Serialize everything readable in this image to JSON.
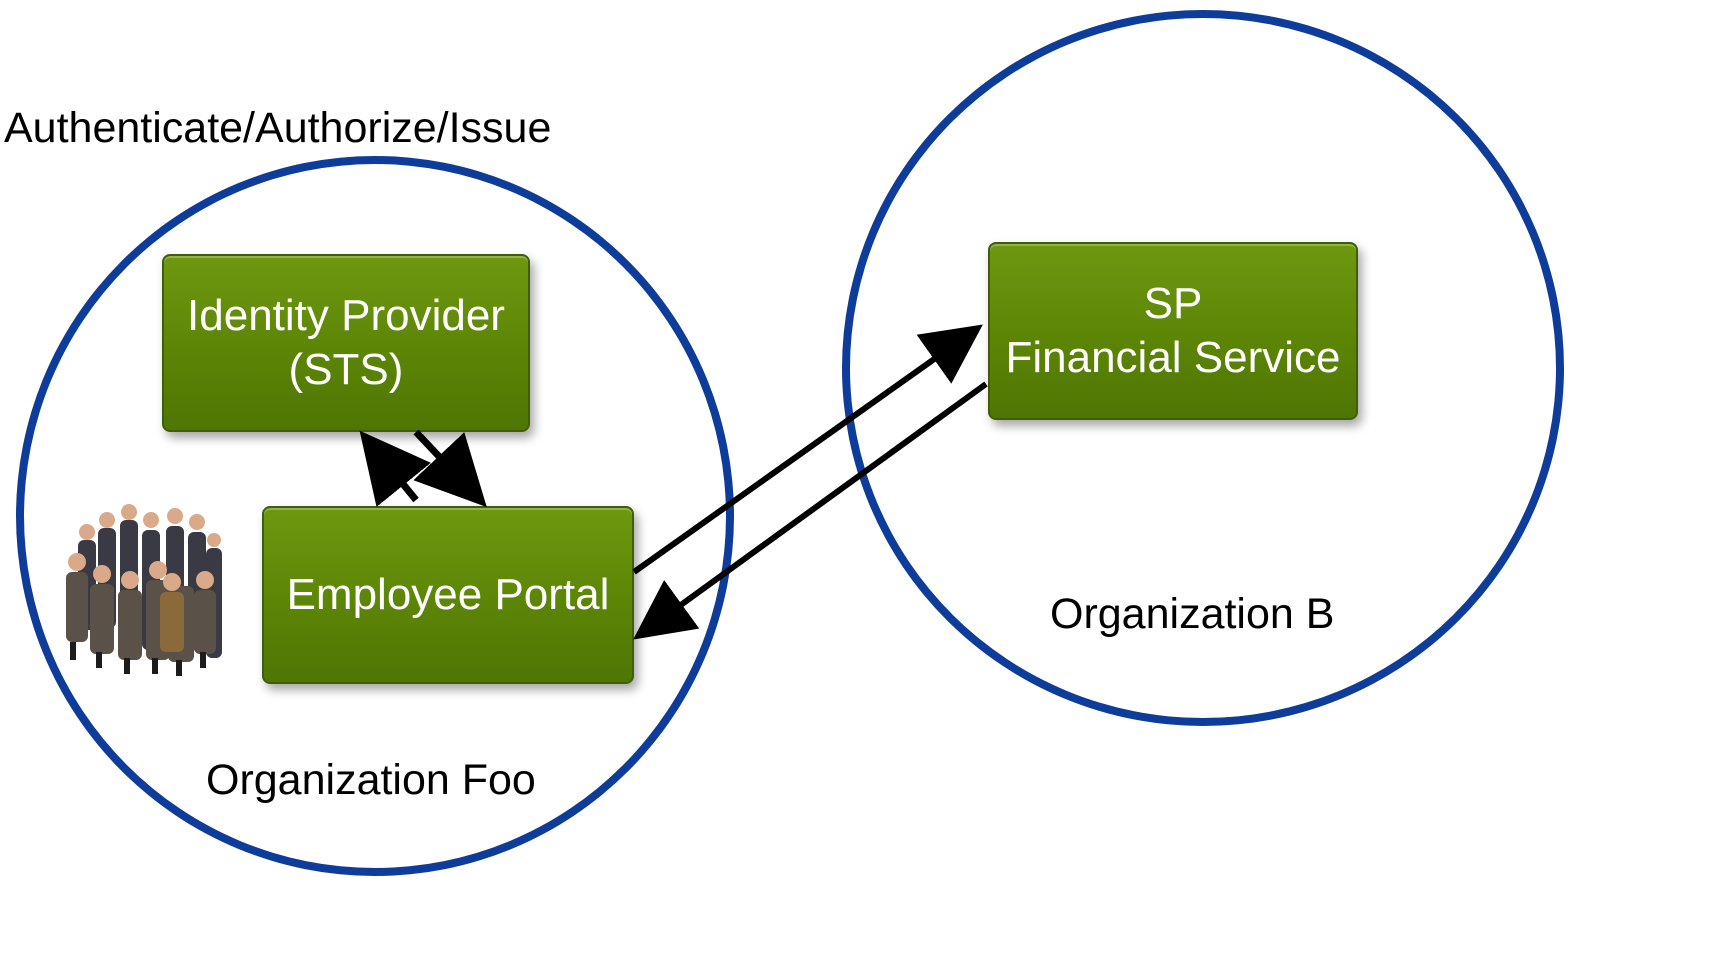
{
  "diagram": {
    "header_label": "Authenticate/Authorize/Issue",
    "org_foo": {
      "label": "Organization Foo",
      "identity_provider": {
        "line1": "Identity Provider",
        "line2": "(STS)"
      },
      "employee_portal": {
        "label": "Employee Portal"
      },
      "people_image": {
        "icon": "people-group-icon"
      }
    },
    "org_b": {
      "label": "Organization B",
      "service_provider": {
        "line1": "SP",
        "line2": "Financial Service"
      }
    },
    "colors": {
      "ring": "#0d3c9a",
      "box": "#5c8506",
      "arrow": "#000000"
    }
  }
}
